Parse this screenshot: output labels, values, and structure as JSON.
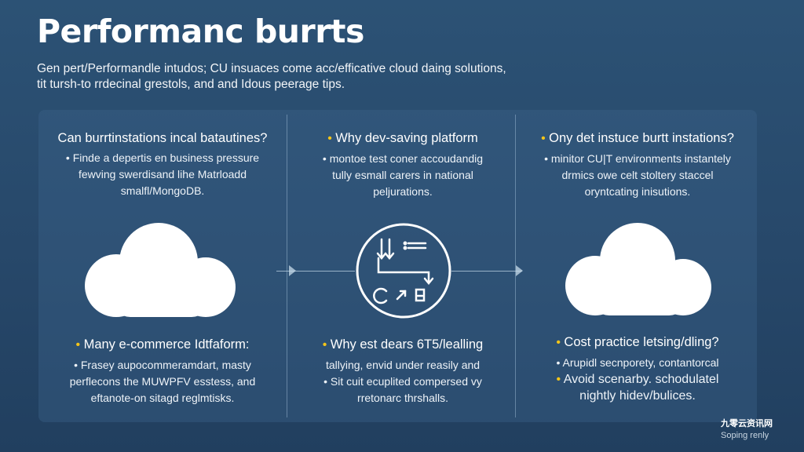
{
  "title": "Performanc burrts",
  "subtitle_line1": "Gen pert/Performandle intudos; CU insuaces come acc/efficative cloud daing solutions,",
  "subtitle_line2": "tit tursh-to rrdecinal grestols, and and Idous peerage tips.",
  "columns": [
    {
      "top": {
        "heading": "Can burrtinstations incal batautines?",
        "lines": [
          "• Finde a depertis en business pressure",
          "fewving swerdisand lihe Matrloadd",
          "smalfl/MongoDB."
        ]
      },
      "bottom": {
        "heading": "• Many e-commerce Idtfaform:",
        "lines": [
          "• Frasey aupocommeramdart, masty",
          "perflecons the MUWPFV esstess, and",
          "eftanote-on sitagd reglmtisks."
        ]
      }
    },
    {
      "top": {
        "heading": "• Why dev-saving platform",
        "lines": [
          "• montoe test coner accoudandig",
          "tully esmall carers in national",
          "peljurations."
        ]
      },
      "bottom": {
        "heading": "• Why est dears 6T5/lealling",
        "lines": [
          "tallying, envid under reasily and",
          "• Sit cuit ecuplited compersed vy",
          "rretonarc thrshalls."
        ]
      }
    },
    {
      "top": {
        "heading": "• Ony det instuce burtt instations?",
        "lines": [
          "• minitor CU|T environments instantely",
          "drmics owe celt stoltery staccel",
          "oryntcating inisutions."
        ]
      },
      "bottom": {
        "heading": "• Cost practice letsing/dling?",
        "lines": [
          "• Arupidl secnporety, contantorcal",
          "• Avoid scenarby. schodulatel",
          "nightly hidev/bulices."
        ]
      }
    }
  ],
  "hub_text": "C",
  "watermark": "九零云资讯网",
  "watermark_sub": "Soping renly",
  "colors": {
    "background": "#2a4d70",
    "accent_bullet": "#f5c518",
    "cloud": "#ffffff"
  }
}
